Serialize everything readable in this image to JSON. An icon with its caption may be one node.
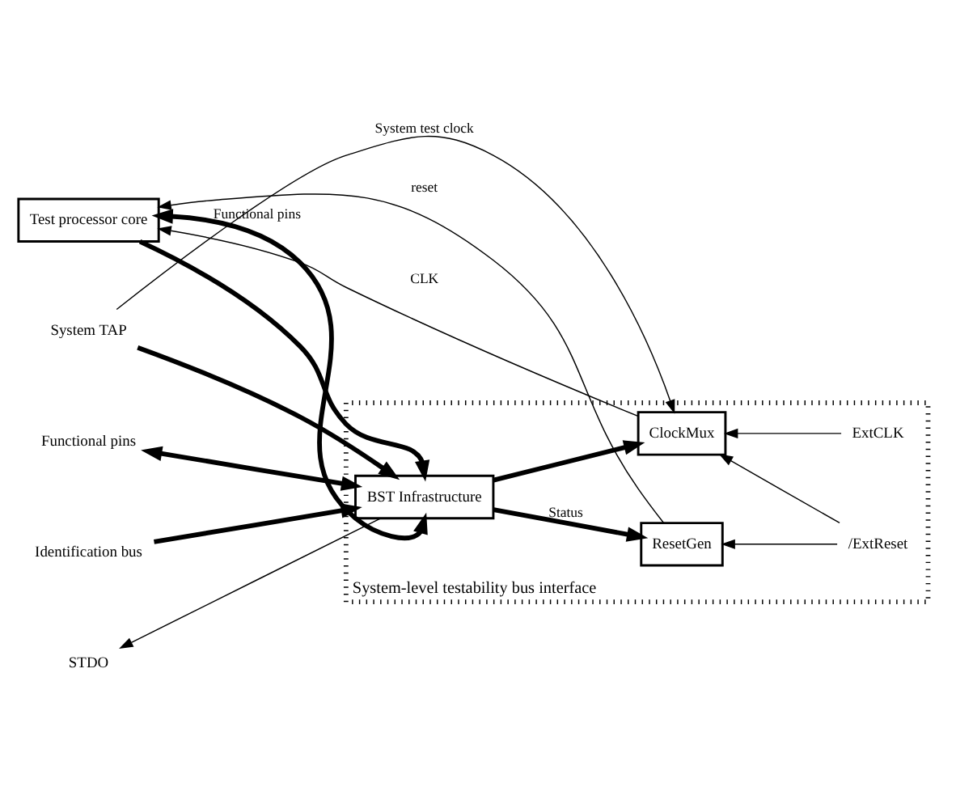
{
  "diagram": {
    "nodes": [
      {
        "text": [
          "System-level testability bus interface"
        ]
      },
      {
        "text": [
          "Test processor core"
        ]
      },
      {
        "text": [
          "BST Infrastructure"
        ],
        "in": 0
      },
      {
        "text": [
          "ResetGen"
        ],
        "in": 0
      },
      {
        "text": [
          "ClockMux"
        ],
        "in": 0
      },
      {
        "text": [
          "STDO"
        ]
      },
      {
        "text": [
          "Functional pins"
        ]
      },
      {
        "text": [
          "Identification bus"
        ]
      },
      {
        "text": [
          "System TAP"
        ]
      },
      {
        "text": [
          "ExtCLK"
        ],
        "in": 0
      },
      {
        "text": [
          "/ExtReset"
        ],
        "in": 0
      }
    ],
    "edges": [
      {
        "from": 2,
        "to": 5,
        "arrow": "to"
      },
      {
        "from": 1,
        "to": 2,
        "arrow": "to",
        "style": "thick"
      },
      {
        "from": 2,
        "to": 1,
        "arrow": "both",
        "style": "thick",
        "label": "Functional pins"
      },
      {
        "from": 6,
        "to": 2,
        "arrow": "both",
        "style": "thick"
      },
      {
        "from": 7,
        "to": 2,
        "arrow": "to",
        "style": "thick"
      },
      {
        "from": 8,
        "to": 2,
        "arrow": "to",
        "style": "thick"
      },
      {
        "from": 8,
        "to": 4,
        "arrow": "to",
        "label": "System test clock"
      },
      {
        "from": 2,
        "to": 3,
        "arrow": "to",
        "style": "thick",
        "label": "Status"
      },
      {
        "from": 2,
        "to": 4,
        "arrow": "to",
        "style": "thick"
      },
      {
        "from": 4,
        "to": 1,
        "arrow": "to",
        "label": "CLK"
      },
      {
        "from": 3,
        "to": 1,
        "arrow": "to",
        "label": "reset"
      },
      {
        "from": 9,
        "to": 4,
        "arrow": "to"
      },
      {
        "from": 10,
        "to": 3,
        "arrow": "to"
      },
      {
        "from": 10,
        "to": 4,
        "arrow": "to"
      }
    ]
  }
}
